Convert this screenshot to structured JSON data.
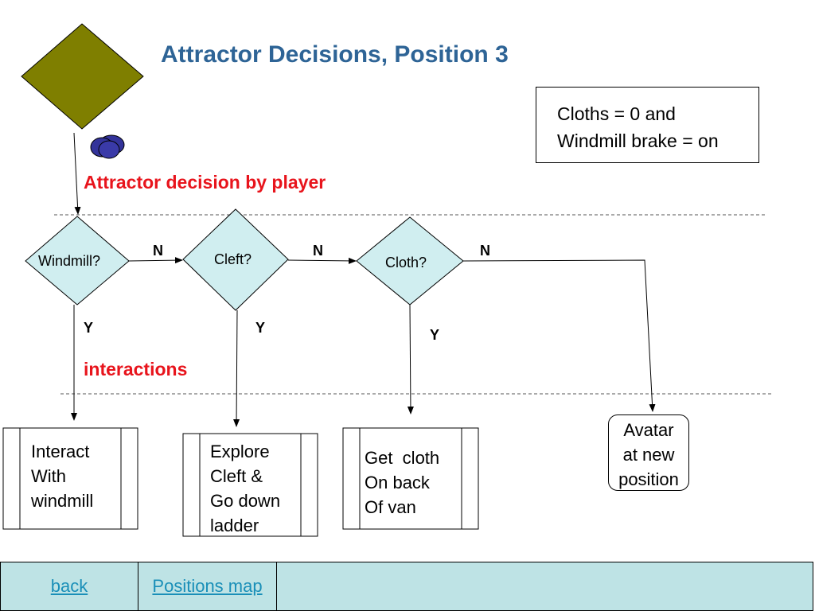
{
  "title": "Attractor Decisions, Position 3",
  "condition": {
    "lines": [
      "Cloths = 0 and",
      "Windmill brake = on"
    ]
  },
  "labels": {
    "decision_by_player": "Attractor decision by player",
    "interactions": "interactions"
  },
  "decisions": [
    {
      "label": "Windmill?",
      "yes": "Y",
      "no": "N"
    },
    {
      "label": "Cleft?",
      "yes": "Y",
      "no": "N"
    },
    {
      "label": "Cloth?",
      "yes": "Y",
      "no": "N"
    }
  ],
  "processes": [
    {
      "lines": [
        "Interact",
        "With",
        "windmill"
      ]
    },
    {
      "lines": [
        "Explore",
        "Cleft &",
        "Go down",
        "ladder"
      ]
    },
    {
      "lines": [
        "Get  cloth",
        "On back",
        "Of van"
      ]
    }
  ],
  "terminal": {
    "lines": [
      "Avatar",
      "at new",
      "position"
    ]
  },
  "footer": {
    "back": "back",
    "positions_map": "Positions map"
  },
  "colors": {
    "title": "#2E6496",
    "red_label": "#E8141C",
    "diamond_fill": "#D0EEF0",
    "start_diamond_fill": "#7F7F00",
    "footer_bg": "#BEE3E5",
    "link": "#1A8FB8"
  }
}
